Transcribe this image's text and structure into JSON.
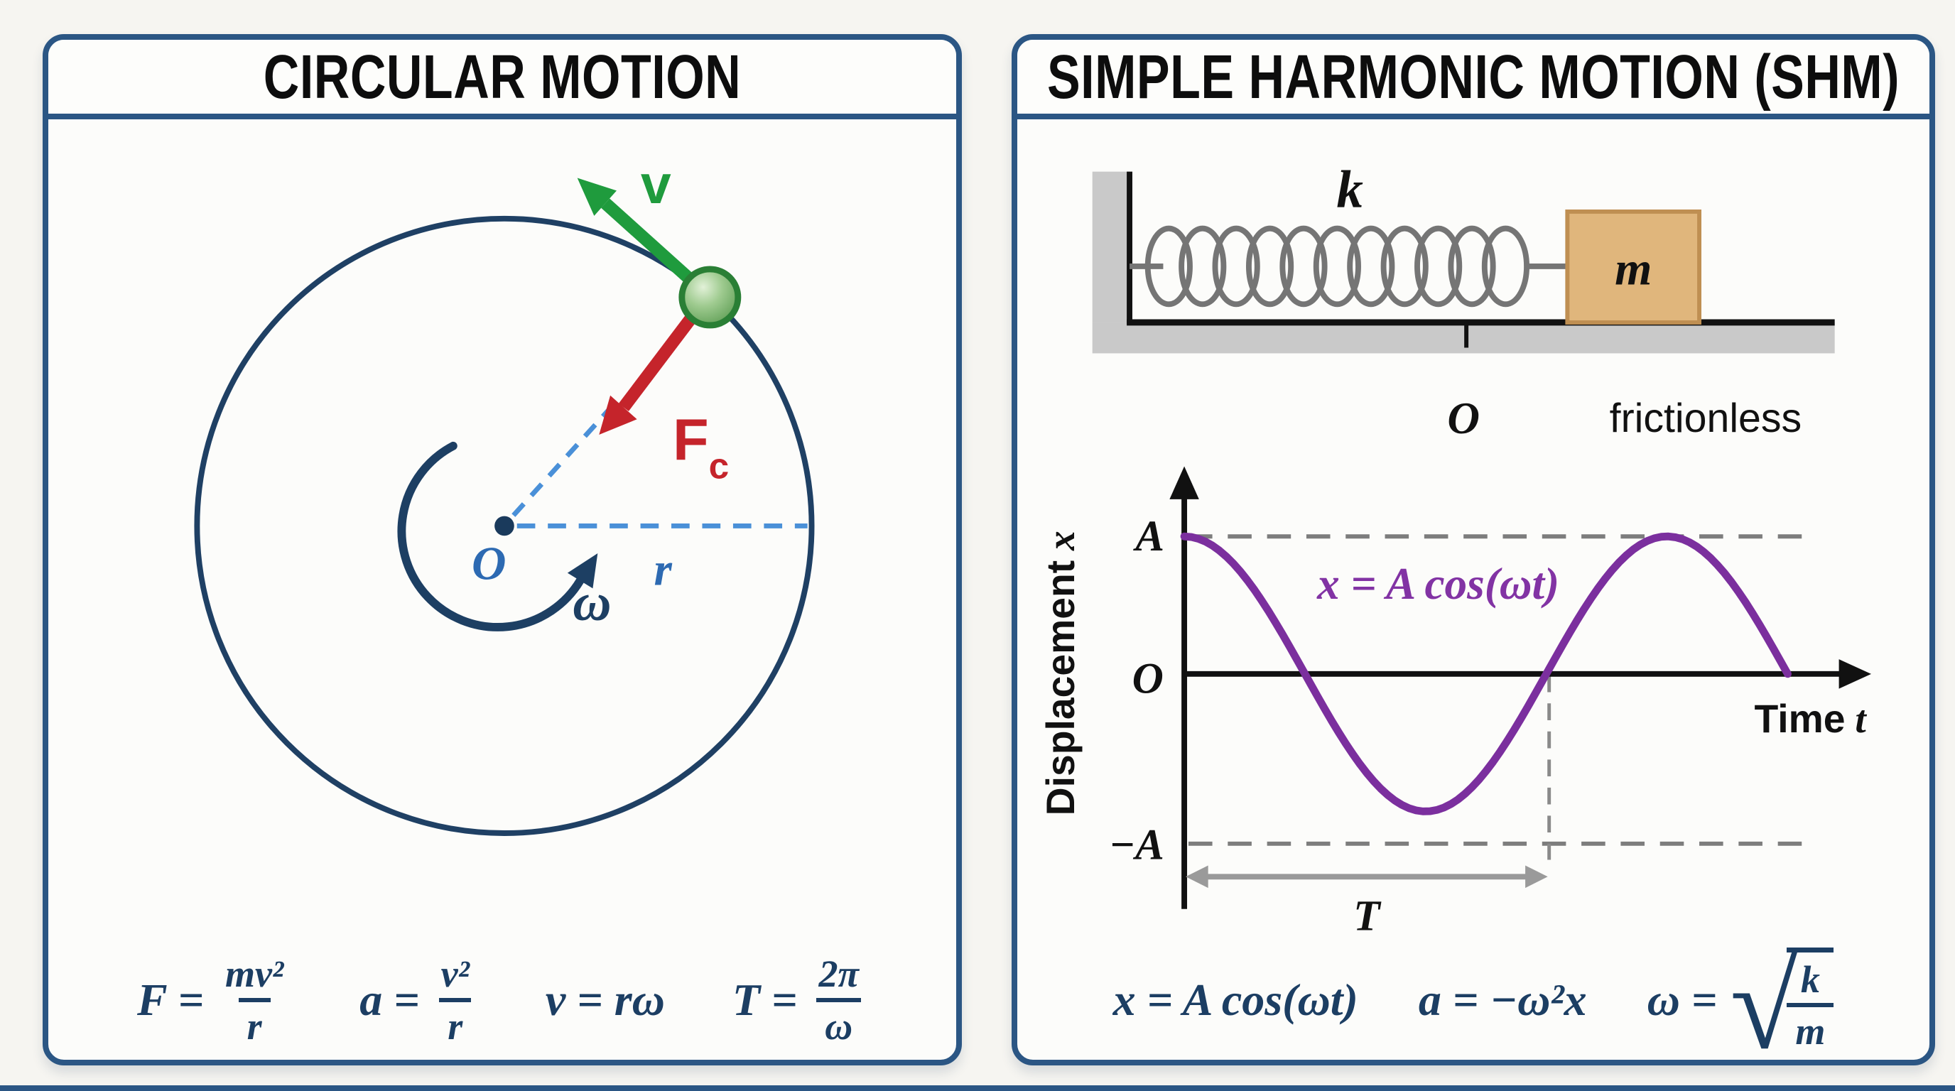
{
  "colors": {
    "panel_border": "#2b5684",
    "formula_ink": "#1c3e63",
    "circle_stroke": "#1f4064",
    "velocity_green": "#1f9b3d",
    "force_red": "#c5242b",
    "radius_dash_blue": "#4a90d8",
    "blue_labels": "#2d6ab2",
    "curve_purple": "#7b2f9e",
    "equation_purple": "#8233a4",
    "surface_gray": "#c9c9c9",
    "block_tan": "#e0b67c"
  },
  "left_panel": {
    "title": "CIRCULAR MOTION",
    "diagram": {
      "velocity_label": "v",
      "force_label": "F",
      "force_sub": "c",
      "omega_label": "ω",
      "center_label": "O",
      "radius_label": "r"
    },
    "formulas": {
      "f1": {
        "lhs": "F =",
        "num": "mv²",
        "den": "r"
      },
      "f2": {
        "lhs": "a =",
        "num": "v²",
        "den": "r"
      },
      "f3": {
        "text": "v = rω"
      },
      "f4": {
        "lhs": "T =",
        "num": "2π",
        "den": "ω"
      }
    }
  },
  "right_panel": {
    "title": "SIMPLE HARMONIC MOTION (SHM)",
    "spring": {
      "stiffness_label": "k",
      "mass_label": "m",
      "origin_label": "O",
      "surface_label": "frictionless"
    },
    "graph": {
      "ylabel_text": "Displacement",
      "ylabel_var": "x",
      "xlabel_text": "Time",
      "xlabel_var": "t",
      "amp_pos": "A",
      "amp_neg": "−A",
      "origin": "O",
      "period": "T",
      "equation": "x = A cos(ωt)"
    },
    "formulas": {
      "f1": {
        "text": "x = A cos(ωt)"
      },
      "f2": {
        "text": "a = −ω²x"
      },
      "f3": {
        "lhs": "ω =",
        "num": "k",
        "den": "m"
      }
    }
  },
  "chart_data": {
    "type": "line",
    "equation": "x = A cos(ωt)",
    "xlabel": "Time t",
    "ylabel": "Displacement x",
    "x_range": [
      "0",
      "1.25T"
    ],
    "y_range": [
      "−A",
      "A"
    ],
    "amplitude": "A",
    "period_marker": "T",
    "grid": false,
    "legend": "none",
    "curve_color": "#7b2f9e",
    "key_points": [
      {
        "t": "0",
        "x": "A"
      },
      {
        "t": "T/4",
        "x": "0"
      },
      {
        "t": "T/2",
        "x": "−A"
      },
      {
        "t": "3T/4",
        "x": "0"
      },
      {
        "t": "T",
        "x": "A"
      },
      {
        "t": "5T/4",
        "x": "0"
      }
    ]
  }
}
